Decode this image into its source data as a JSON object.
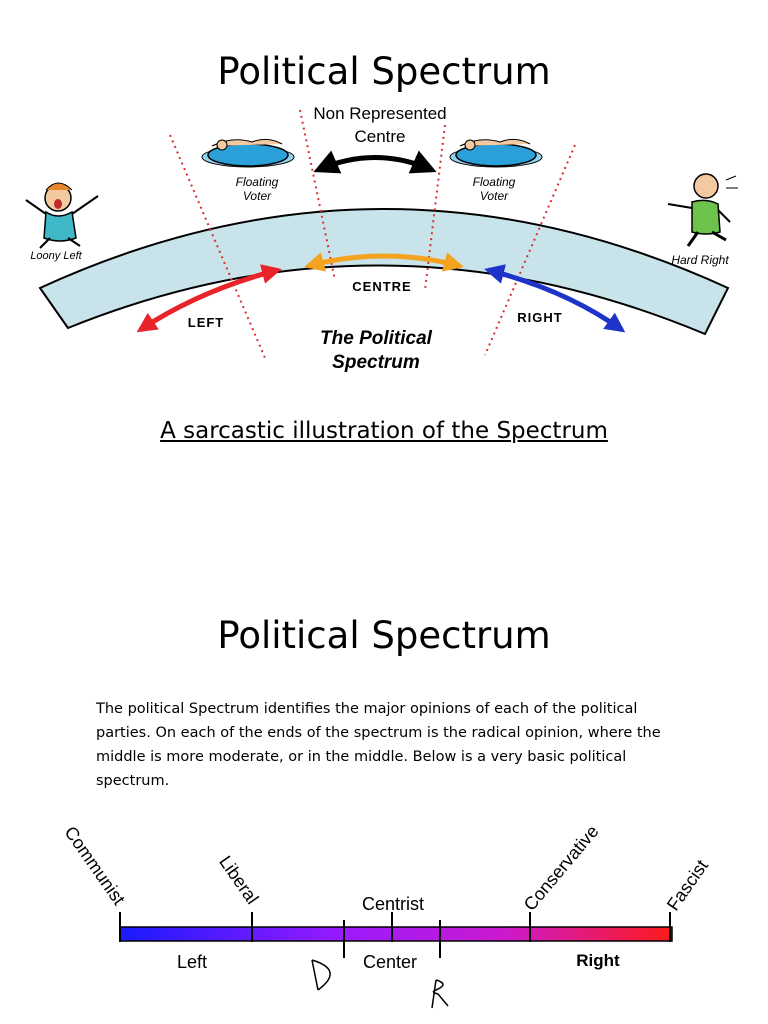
{
  "slide1": {
    "title": "Political Spectrum",
    "header_line1": "Non Represented",
    "header_line2": "Centre",
    "floating_voter_left": [
      "Floating",
      "Voter"
    ],
    "floating_voter_right": [
      "Floating",
      "Voter"
    ],
    "loony_left": "Loony Left",
    "hard_right": "Hard Right",
    "label_centre": "CENTRE",
    "label_left": "LEFT",
    "label_right": "RIGHT",
    "band_title_line1": "The Political",
    "band_title_line2": "Spectrum",
    "caption": "A sarcastic illustration of the Spectrum",
    "colors": {
      "band": "#c8e4ea",
      "left_arrow": "#e8242a",
      "centre_arrow": "#f5a21f",
      "right_arrow": "#1e33c8",
      "dotted": "#d83030"
    }
  },
  "slide2": {
    "title": "Political Spectrum",
    "paragraph": "The political Spectrum identifies the major opinions of each of the political parties. On each of the ends of the spectrum is the radical opinion, where the middle is more moderate, or in the middle. Below is a very basic political spectrum.",
    "top_labels": {
      "communist": "Communist",
      "liberal": "Liberal",
      "centrist": "Centrist",
      "conservative": "Conservative",
      "fascist": "Fascist"
    },
    "bottom_labels": {
      "left": "Left",
      "center": "Center",
      "right": "Right"
    },
    "handwritten": {
      "d": "D",
      "r": "R"
    },
    "gradient": [
      "#1a1aff",
      "#9a1aff",
      "#cc1acc",
      "#ff1a1a"
    ]
  }
}
